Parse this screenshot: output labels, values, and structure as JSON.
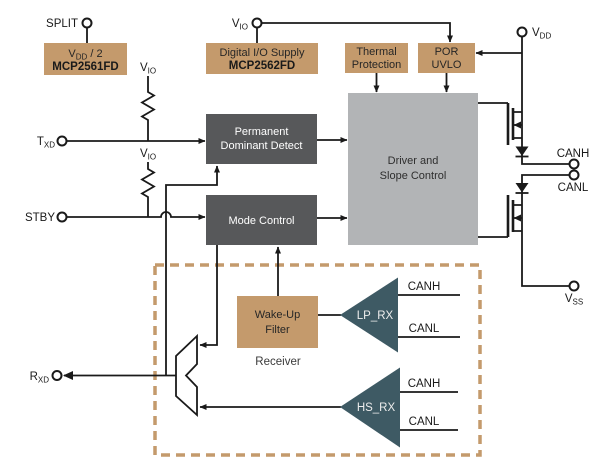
{
  "colors": {
    "tan": "#C49A6C",
    "dark_gray": "#57585A",
    "light_gray": "#B2B4B6",
    "teal": "#3E5A64",
    "line": "#1A1A1A"
  },
  "terminals": {
    "split": {
      "pre": "SPLIT"
    },
    "vio_top": {
      "pre": "V",
      "sub": "IO"
    },
    "vdd": {
      "pre": "V",
      "sub": "DD"
    },
    "txd": {
      "pre": "T",
      "sub": "XD"
    },
    "stby": {
      "pre": "STBY"
    },
    "rxd": {
      "pre": "R",
      "sub": "XD"
    },
    "canh": {
      "pre": "CANH"
    },
    "canl": {
      "pre": "CANL"
    },
    "vss": {
      "pre": "V",
      "sub": "SS"
    }
  },
  "pullups": {
    "vio_r1": {
      "pre": "V",
      "sub": "IO"
    },
    "vio_r2": {
      "pre": "V",
      "sub": "IO"
    }
  },
  "blocks": {
    "split_buffer": {
      "line1": {
        "pre": "V",
        "sub": "DD",
        "post": " / 2"
      },
      "line2": "MCP2561FD"
    },
    "digital_io": {
      "line1": "Digital I/O Supply",
      "line2": "MCP2562FD"
    },
    "thermal": {
      "line1": "Thermal",
      "line2": "Protection"
    },
    "por": {
      "line1": "POR",
      "line2": "UVLO"
    },
    "pdd": {
      "line1": "Permanent",
      "line2": "Dominant Detect"
    },
    "mode_control": {
      "label": "Mode Control"
    },
    "driver": {
      "line1": "Driver and",
      "line2": "Slope Control"
    },
    "wakeup": {
      "line1": "Wake-Up",
      "line2": "Filter"
    }
  },
  "receiver": {
    "caption": "Receiver",
    "lp_rx": "LP_RX",
    "hs_rx": "HS_RX",
    "lp_canh": "CANH",
    "lp_canl": "CANL",
    "hs_canh": "CANH",
    "hs_canl": "CANL"
  }
}
